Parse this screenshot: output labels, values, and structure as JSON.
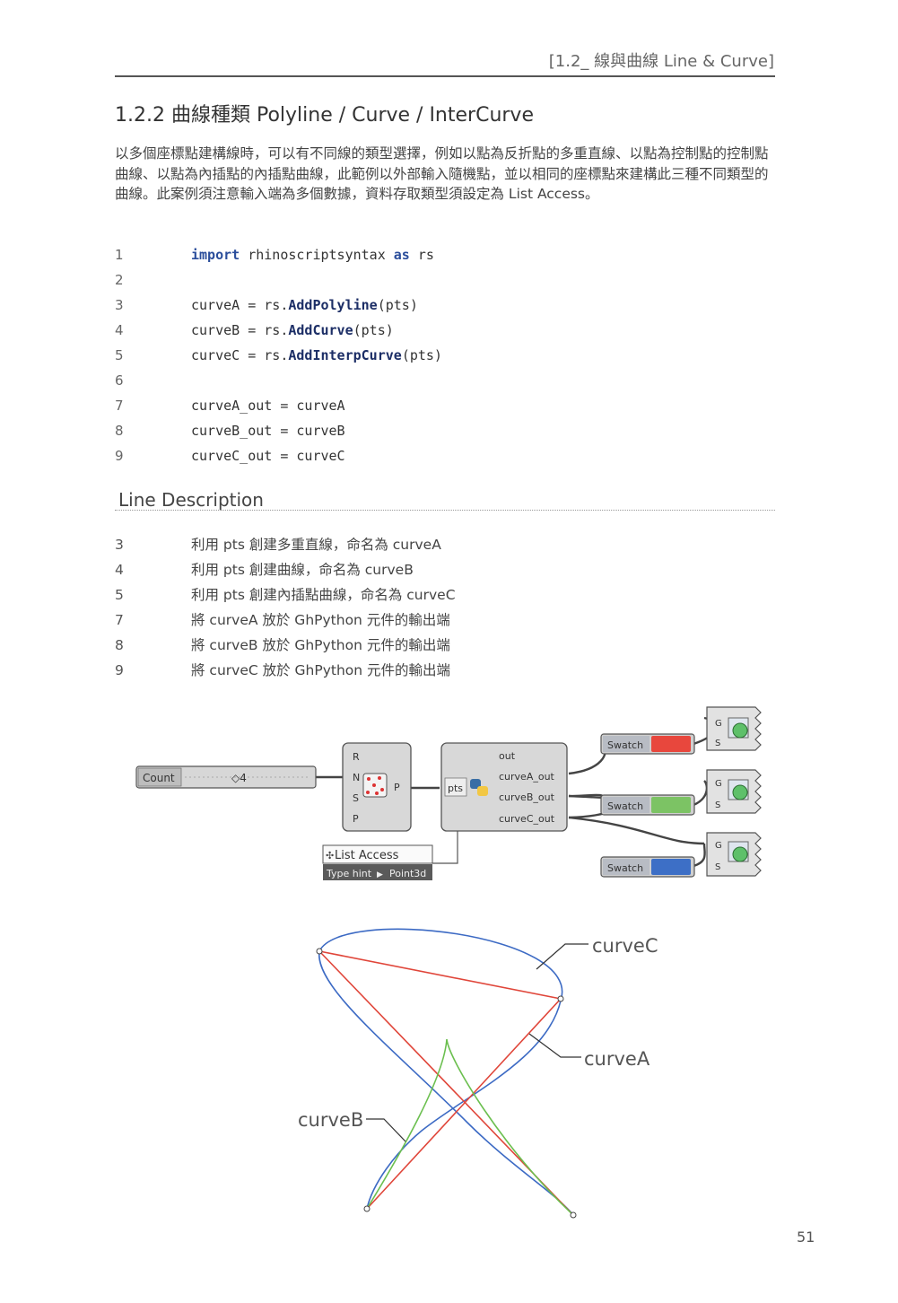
{
  "header": {
    "running_title": "[1.2_ 線與曲線 Line & Curve]"
  },
  "section": {
    "title": "1.2.2 曲線種類 Polyline / Curve / InterCurve",
    "intro": "以多個座標點建構線時，可以有不同線的類型選擇，例如以點為反折點的多重直線、以點為控制點的控制點曲線、以點為內插點的內插點曲線，此範例以外部輸入隨機點，並以相同的座標點來建構此三種不同類型的曲線。此案例須注意輸入端為多個數據，資料存取類型須設定為 List Access。"
  },
  "code": [
    {
      "n": "1",
      "segs": [
        {
          "t": "import",
          "c": "kw"
        },
        {
          "t": " rhinoscriptsyntax ",
          "c": ""
        },
        {
          "t": "as",
          "c": "kw"
        },
        {
          "t": " rs",
          "c": ""
        }
      ]
    },
    {
      "n": "2",
      "segs": []
    },
    {
      "n": "3",
      "segs": [
        {
          "t": "curveA = rs.",
          "c": ""
        },
        {
          "t": "AddPolyline",
          "c": "fn"
        },
        {
          "t": "(pts)",
          "c": ""
        }
      ]
    },
    {
      "n": "4",
      "segs": [
        {
          "t": "curveB = rs.",
          "c": ""
        },
        {
          "t": "AddCurve",
          "c": "fn"
        },
        {
          "t": "(pts)",
          "c": ""
        }
      ]
    },
    {
      "n": "5",
      "segs": [
        {
          "t": "curveC = rs.",
          "c": ""
        },
        {
          "t": "AddInterpCurve",
          "c": "fn"
        },
        {
          "t": "(pts)",
          "c": ""
        }
      ]
    },
    {
      "n": "6",
      "segs": []
    },
    {
      "n": "7",
      "segs": [
        {
          "t": "curveA_out = curveA",
          "c": ""
        }
      ]
    },
    {
      "n": "8",
      "segs": [
        {
          "t": "curveB_out = curveB",
          "c": ""
        }
      ]
    },
    {
      "n": "9",
      "segs": [
        {
          "t": "curveC_out = curveC",
          "c": ""
        }
      ]
    }
  ],
  "line_description": {
    "title": "Line Description",
    "rows": [
      {
        "n": "3",
        "text": "利用 pts 創建多重直線，命名為 curveA"
      },
      {
        "n": "4",
        "text": "利用 pts 創建曲線，命名為 curveB"
      },
      {
        "n": "5",
        "text": "利用 pts 創建內插點曲線，命名為 curveC"
      },
      {
        "n": "7",
        "text": "將 curveA 放於 GhPython 元件的輸出端"
      },
      {
        "n": "8",
        "text": "將 curveB 放於 GhPython 元件的輸出端"
      },
      {
        "n": "9",
        "text": "將 curveC 放於 GhPython 元件的輸出端"
      }
    ]
  },
  "gh": {
    "slider": {
      "label": "Count",
      "value": "◇4"
    },
    "populate": {
      "inputs": [
        "R",
        "N",
        "S",
        "P"
      ],
      "output": "P"
    },
    "python": {
      "input": "pts",
      "outputs": [
        "out",
        "curveA_out",
        "curveB_out",
        "curveC_out"
      ]
    },
    "context_menu": {
      "item": "List Access",
      "type_hint_label": "Type hint",
      "type_hint_value": "Point3d"
    },
    "swatches": [
      {
        "label": "Swatch",
        "color": "#e8473d"
      },
      {
        "label": "Swatch",
        "color": "#7cc364"
      },
      {
        "label": "Swatch",
        "color": "#3d6fc6"
      }
    ],
    "preview_ports": [
      "G",
      "S"
    ]
  },
  "plot": {
    "labels": {
      "curveA": "curveA",
      "curveB": "curveB",
      "curveC": "curveC"
    },
    "colors": {
      "curveA": "#e0463a",
      "curveB": "#6bbf4f",
      "curveC": "#3c6ac4"
    }
  },
  "page_number": "51"
}
